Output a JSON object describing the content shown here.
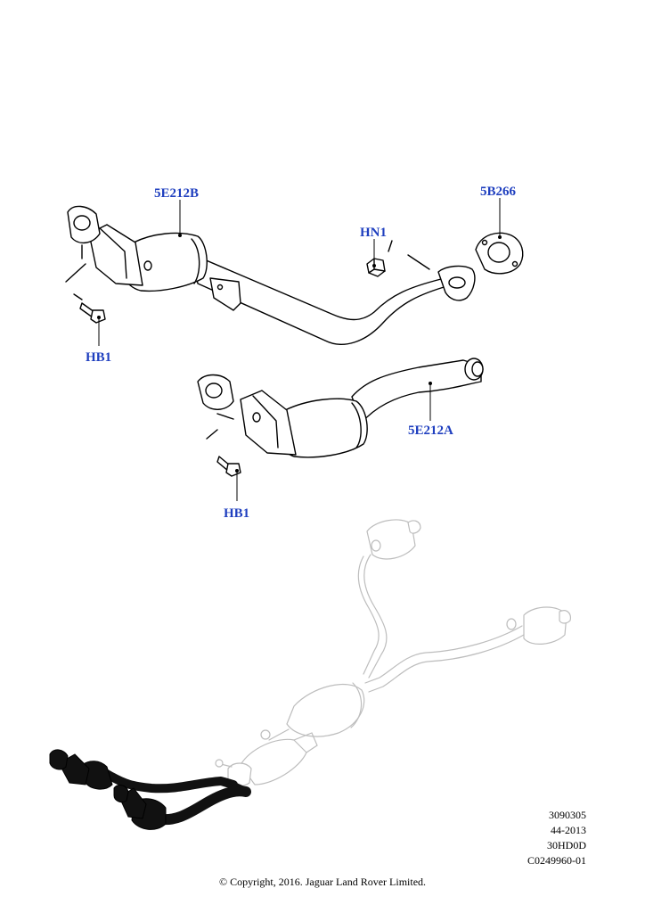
{
  "callouts": {
    "c1": "5E212B",
    "c2": "5B266",
    "c3": "HN1",
    "c4": "HB1",
    "c5": "HB1",
    "c6": "5E212A"
  },
  "reference": [
    "3090305",
    "44-2013",
    "30HD0D",
    "C0249960-01"
  ],
  "copyright": "© Copyright, 2016. Jaguar Land Rover Limited.",
  "colors": {
    "callout": "#1f3fbf",
    "highlight": "#111111",
    "ghost": "#bdbdbd"
  }
}
